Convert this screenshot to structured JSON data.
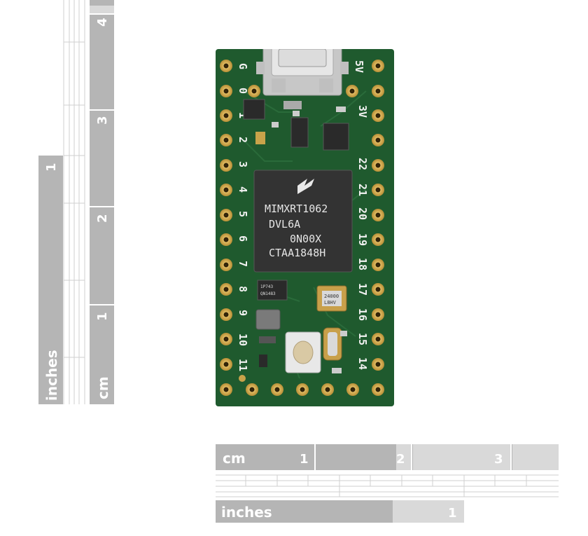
{
  "vertical_ruler": {
    "cm_label": "cm",
    "inches_label": "inches",
    "cm_marks": [
      "1",
      "2",
      "3",
      "4"
    ],
    "inch_marks": [
      "1"
    ]
  },
  "horizontal_ruler": {
    "cm_label": "cm",
    "inches_label": "inches",
    "cm_marks": [
      "1",
      "2",
      "3"
    ],
    "inch_marks": [
      "1"
    ]
  },
  "board": {
    "pin_labels_left": [
      "G",
      "0",
      "1",
      "2",
      "3",
      "4",
      "5",
      "6",
      "7",
      "8",
      "9",
      "10",
      "11"
    ],
    "pin_labels_right": [
      "5V",
      "3V",
      "22",
      "21",
      "20",
      "19",
      "18",
      "17",
      "16",
      "15",
      "14"
    ],
    "chip_text": [
      "MIMXRT1062",
      "DVL6A",
      "0N00X",
      "CTAA1848H"
    ],
    "crystal_text": [
      "24000",
      "L8HV"
    ],
    "small_chip_text": [
      "1P743",
      "QN1483"
    ]
  },
  "colors": {
    "pcb_green": "#1f5a2e",
    "ruler_gray": "#b5b5b5",
    "ruler_light": "#d9d9d9",
    "pad_gold": "#c9a34a"
  }
}
